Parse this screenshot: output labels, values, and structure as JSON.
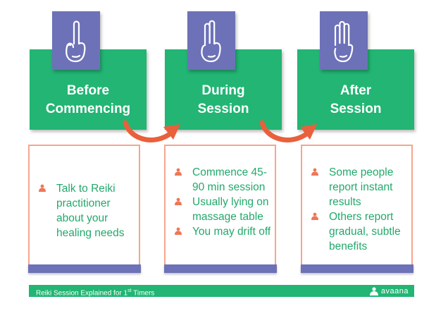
{
  "stages": [
    {
      "title_lines": [
        "Before",
        "Commencing"
      ],
      "hand_icon": "one-finger-raised-hand",
      "items": [
        "Talk to Reiki practitioner about your healing needs"
      ]
    },
    {
      "title_lines": [
        "During",
        "Session"
      ],
      "hand_icon": "two-fingers-raised-hand",
      "items": [
        "Commence 45-90 min session",
        "Usually lying on massage table",
        "You may drift off"
      ]
    },
    {
      "title_lines": [
        "After",
        "Session"
      ],
      "hand_icon": "three-fingers-raised-hand",
      "items": [
        "Some people report instant results",
        "Others report gradual, subtle benefits"
      ]
    }
  ],
  "footer": {
    "text_main": "Reiki Session Explained for 1",
    "text_sup": "st",
    "text_end": " Timers",
    "brand": "avaana"
  },
  "colors": {
    "green": "#22b573",
    "purple": "#6d71b8",
    "card_border": "#f5a68e",
    "arrow": "#e9603c",
    "bullet": "#ee7757"
  }
}
